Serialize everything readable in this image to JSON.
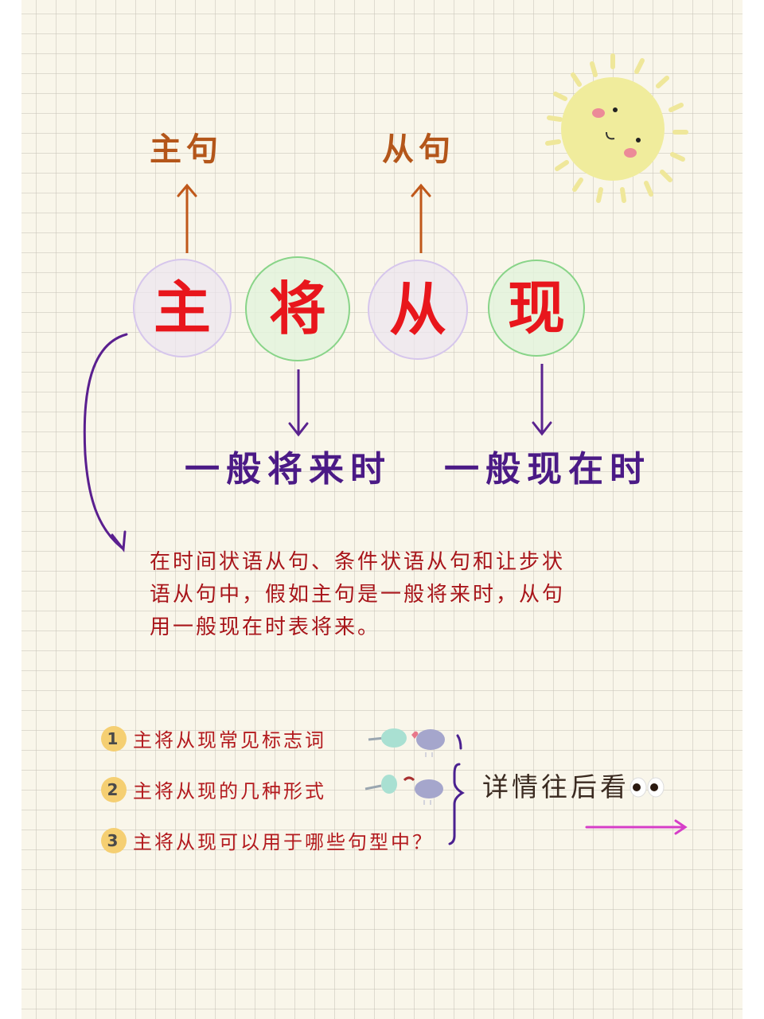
{
  "header_labels": {
    "main_clause": "主句",
    "sub_clause": "从句"
  },
  "circles": [
    {
      "char": "主",
      "style": "purple"
    },
    {
      "char": "将",
      "style": "green"
    },
    {
      "char": "从",
      "style": "purple"
    },
    {
      "char": "现",
      "style": "green"
    }
  ],
  "tenses": {
    "future": "一般将来时",
    "present": "一般现在时"
  },
  "explanation": {
    "line1": "在时间状语从句、条件状语从句和让步状",
    "line2": "语从句中，假如主句是一般将来时，从句",
    "line3": "用一般现在时表将来。"
  },
  "topics": [
    {
      "num": "1",
      "text": "主将从现常见标志词"
    },
    {
      "num": "2",
      "text": "主将从现的几种形式"
    },
    {
      "num": "3",
      "text": "主将从现可以用于哪些句型中？"
    }
  ],
  "see_more": {
    "text": "详情往后看",
    "icon": "eyes-icon"
  },
  "colors": {
    "paper": "#f9f6ea",
    "label_brown": "#b4561a",
    "circle_text_red": "#e8161c",
    "tense_purple": "#4b1a86",
    "body_red": "#a8151a",
    "badge_yellow": "#f5cf72",
    "arrow_pink": "#d63ec8"
  }
}
